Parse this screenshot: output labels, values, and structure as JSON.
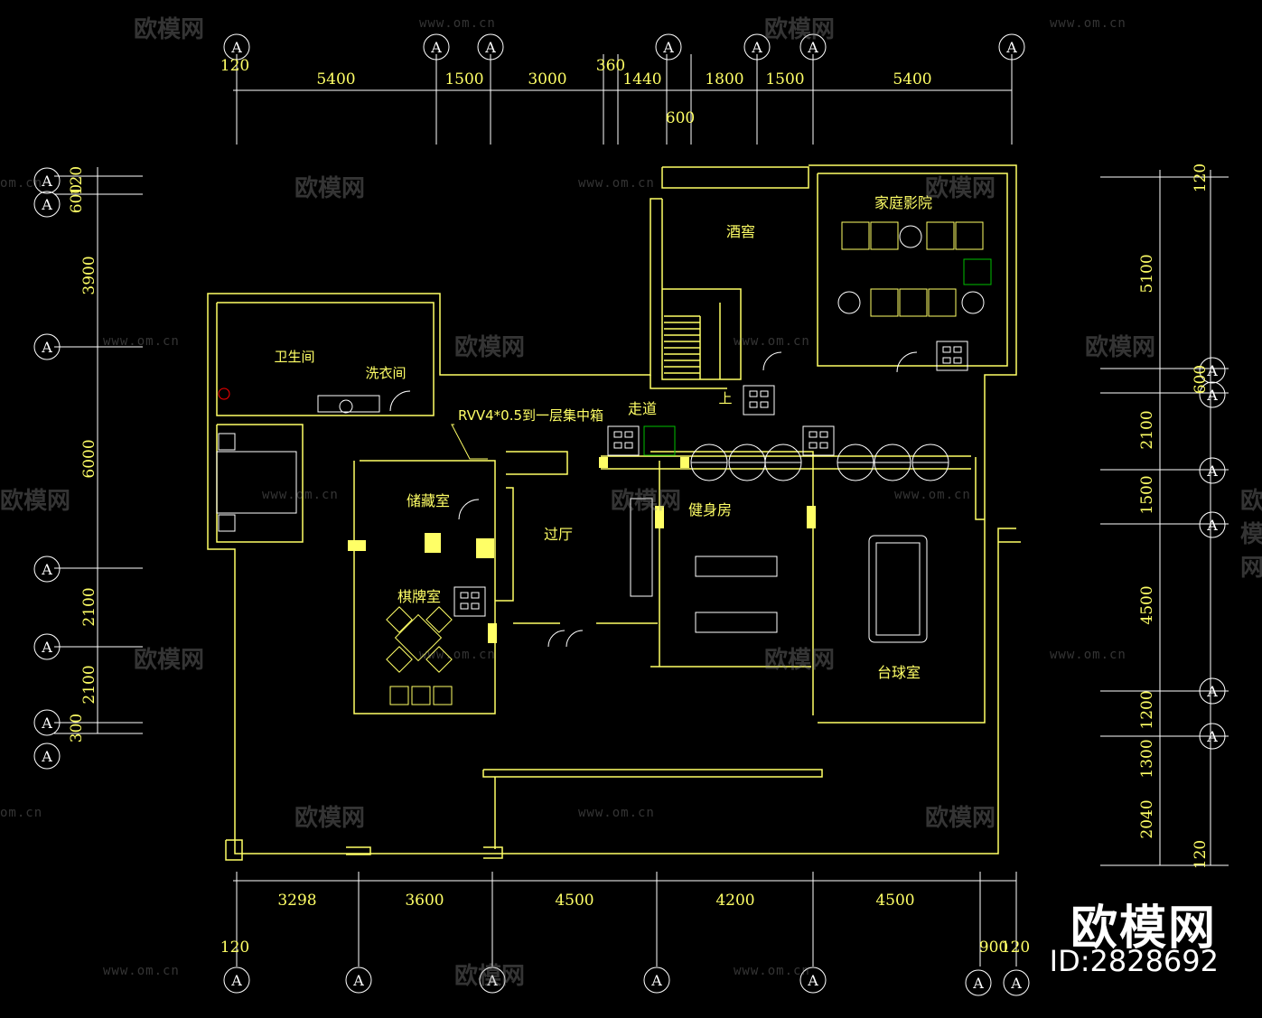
{
  "colors": {
    "background": "#000000",
    "wall": "#ffff66",
    "lines": "#ffffff",
    "text_yellow": "#ffff66",
    "accent_green": "#00c000",
    "marker": "#ff0000"
  },
  "axis_bubble_label": "A",
  "dims": {
    "top": [
      "5400",
      "1500",
      "3000",
      "360",
      "1440",
      "1800",
      "1500",
      "5400",
      "120",
      "600"
    ],
    "bottom": [
      "3298",
      "3600",
      "4500",
      "4200",
      "4500",
      "120",
      "900",
      "120"
    ],
    "left": [
      "120",
      "600",
      "3900",
      "6000",
      "2100",
      "2100",
      "300"
    ],
    "right": [
      "120",
      "5100",
      "600",
      "2100",
      "1500",
      "4500",
      "1200",
      "1300",
      "2040",
      "120"
    ]
  },
  "rooms": {
    "bathroom": "卫生间",
    "laundry": "洗衣间",
    "wine_cellar": "酒窖",
    "home_theater": "家庭影院",
    "corridor": "走道",
    "storage": "储藏室",
    "hall": "过厅",
    "gym": "健身房",
    "chess_room": "棋牌室",
    "billiards": "台球室",
    "up": "上"
  },
  "annotation": "RVV4*0.5到一层集中箱",
  "watermark": {
    "brand": "欧模网",
    "url": "www.om.cn",
    "url_short": "om.cn"
  },
  "brand_logo": "欧模网",
  "brand_id": "ID:2828692"
}
